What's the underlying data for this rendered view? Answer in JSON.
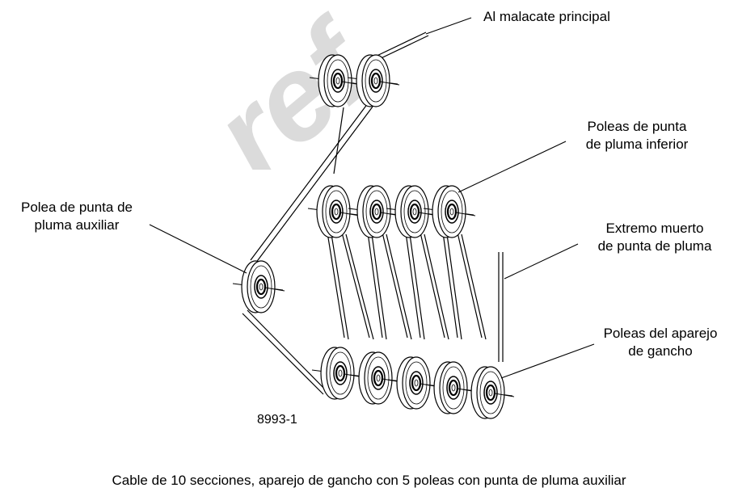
{
  "labels": {
    "main_winch": "Al malacate principal",
    "upper_sheaves": [
      "Poleas de punta",
      "de pluma inferior"
    ],
    "aux_sheave": [
      "Polea de punta de",
      "pluma auxiliar"
    ],
    "dead_end": [
      "Extremo muerto",
      "de punta de pluma"
    ],
    "hook_sheaves": [
      "Poleas del aparejo",
      "de gancho"
    ]
  },
  "figure_number": "8993-1",
  "caption": "Cable de 10 secciones, aparejo de gancho con 5 poleas con punta de pluma auxiliar",
  "watermark_text": "ref",
  "colors": {
    "ink": "#000000",
    "watermark": "#c8c8c8"
  }
}
